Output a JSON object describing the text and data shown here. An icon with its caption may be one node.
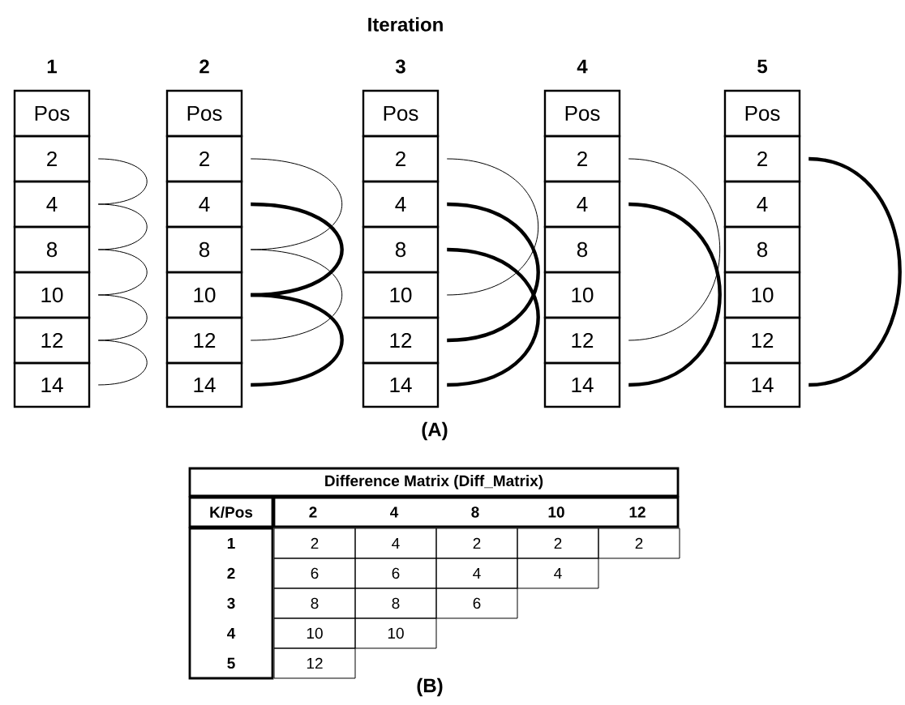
{
  "diagram": {
    "nodes": [
      {
        "text": [
          "Pos"
        ],
        "beside": [
          "1"
        ]
      },
      {
        "text": [
          "2"
        ]
      },
      {
        "text": [
          "4"
        ]
      },
      {
        "text": [
          "8"
        ]
      },
      {
        "text": [
          "10"
        ]
      },
      {
        "text": [
          "12"
        ]
      },
      {
        "text": [
          "14"
        ]
      },
      {
        "text": [
          "Pos"
        ],
        "beside": [
          "2"
        ]
      },
      {
        "text": [
          "2"
        ]
      },
      {
        "text": [
          "4"
        ]
      },
      {
        "text": [
          "8"
        ]
      },
      {
        "text": [
          "10"
        ]
      },
      {
        "text": [
          "12"
        ]
      },
      {
        "text": [
          "14"
        ]
      },
      {
        "text": [
          "Pos"
        ],
        "beside": [
          "3"
        ]
      },
      {
        "text": [
          "2"
        ]
      },
      {
        "text": [
          "4"
        ]
      },
      {
        "text": [
          "8"
        ]
      },
      {
        "text": [
          "10"
        ]
      },
      {
        "text": [
          "12"
        ]
      },
      {
        "text": [
          "14"
        ]
      },
      {
        "text": [
          "Pos"
        ],
        "beside": [
          "4"
        ]
      },
      {
        "text": [
          "2"
        ]
      },
      {
        "text": [
          "4"
        ]
      },
      {
        "text": [
          "8"
        ]
      },
      {
        "text": [
          "10"
        ]
      },
      {
        "text": [
          "12"
        ]
      },
      {
        "text": [
          "14"
        ]
      },
      {
        "text": [
          "Pos"
        ],
        "beside": [
          "5"
        ]
      },
      {
        "text": [
          "2"
        ]
      },
      {
        "text": [
          "4"
        ]
      },
      {
        "text": [
          "8"
        ]
      },
      {
        "text": [
          "10"
        ]
      },
      {
        "text": [
          "12"
        ]
      },
      {
        "text": [
          "14"
        ]
      }
    ],
    "edges": [
      {
        "from": 1,
        "to": 2,
        "arrow": "none"
      },
      {
        "from": 2,
        "to": 3,
        "arrow": "none"
      },
      {
        "from": 3,
        "to": 4,
        "arrow": "none"
      },
      {
        "from": 4,
        "to": 5,
        "arrow": "none"
      },
      {
        "from": 5,
        "to": 6,
        "arrow": "none"
      },
      {
        "from": 8,
        "to": 10,
        "arrow": "none"
      },
      {
        "from": 9,
        "to": 11,
        "arrow": "none",
        "style": "thick"
      },
      {
        "from": 10,
        "to": 12,
        "arrow": "none"
      },
      {
        "from": 11,
        "to": 13,
        "arrow": "none",
        "style": "thick"
      },
      {
        "from": 15,
        "to": 18,
        "arrow": "none"
      },
      {
        "from": 16,
        "to": 19,
        "arrow": "none",
        "style": "thick"
      },
      {
        "from": 17,
        "to": 20,
        "arrow": "none",
        "style": "thick"
      },
      {
        "from": 22,
        "to": 26,
        "arrow": "none"
      },
      {
        "from": 23,
        "to": 27,
        "arrow": "none",
        "style": "thick"
      },
      {
        "from": 29,
        "to": 34,
        "arrow": "none",
        "style": "thick"
      }
    ],
    "labels": [
      "Iteration",
      "(A)",
      "Difference Matrix (Diff_Matrix)",
      "K/Pos",
      "2",
      "4",
      "8",
      "10",
      "12",
      "1",
      "2",
      "4",
      "2",
      "2",
      "2",
      "2",
      "6",
      "6",
      "4",
      "4",
      "3",
      "8",
      "8",
      "6",
      "4",
      "10",
      "10",
      "5",
      "12",
      "(B)"
    ]
  }
}
